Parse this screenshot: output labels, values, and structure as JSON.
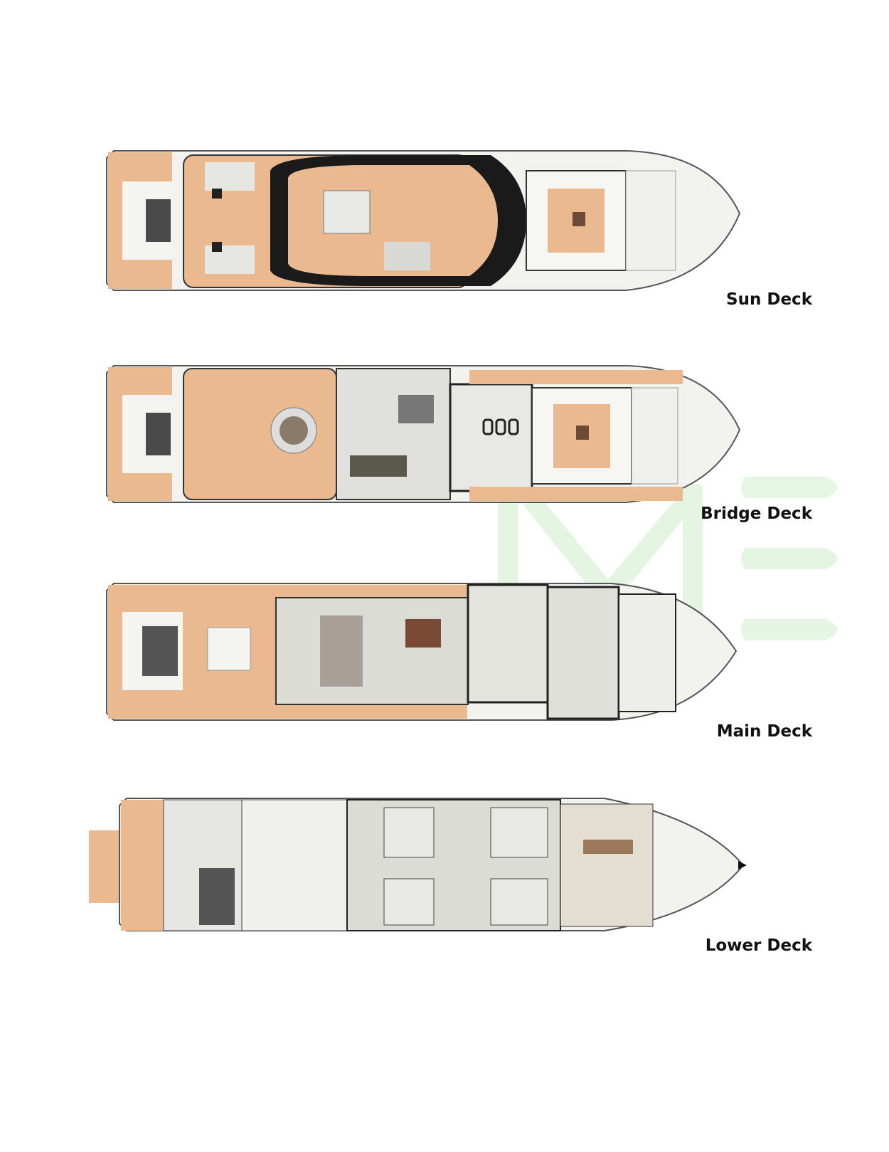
{
  "decks": [
    {
      "id": "sun",
      "label": "Sun Deck"
    },
    {
      "id": "bridge",
      "label": "Bridge Deck"
    },
    {
      "id": "main",
      "label": "Main Deck"
    },
    {
      "id": "lower",
      "label": "Lower Deck"
    }
  ],
  "colors": {
    "teak": "#eab98f",
    "hull": "#f3f3ef",
    "interior": "#dcdcd6",
    "dark": "#1e1e1e",
    "watermark": "#dff3dc"
  }
}
